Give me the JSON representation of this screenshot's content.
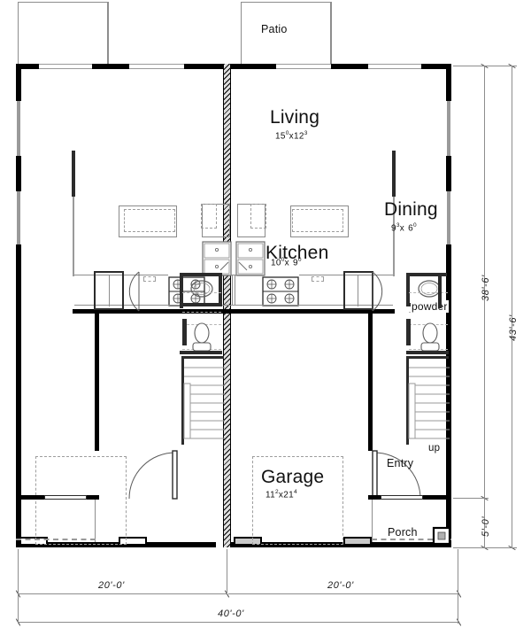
{
  "drawing": {
    "type": "floor-plan",
    "description": "Duplex townhouse main floor plan, two mirrored units"
  },
  "rooms": {
    "right_unit": [
      {
        "name": "Patio",
        "dim": null
      },
      {
        "name": "Living",
        "dim_ft": "15",
        "dim_in1": "0",
        "dim_ft2": "12",
        "dim_in2": "3",
        "dim": "15' 0\" x 12' 3\""
      },
      {
        "name": "Dining",
        "dim_ft": "9",
        "dim_in1": "3",
        "dim_ft2": "6",
        "dim_in2": "0",
        "dim": "9' 3\" x 6' 0\""
      },
      {
        "name": "Kitchen",
        "dim_ft": "10",
        "dim_in1": "0",
        "dim_ft2": "9",
        "dim_in2": "0",
        "dim": "10' 0\" x 9' 0\""
      },
      {
        "name": "Garage",
        "dim_ft": "11",
        "dim_in1": "2",
        "dim_ft2": "21",
        "dim_in2": "4",
        "dim": "11' 2\" x 21' 4\""
      },
      {
        "name": "powder",
        "dim": null
      },
      {
        "name": "Entry",
        "dim": null
      },
      {
        "name": "Porch",
        "dim": null
      }
    ],
    "labels": {
      "patio": "Patio",
      "living": "Living",
      "living_ft1": "15",
      "living_in1": "0",
      "living_ft2": "12",
      "living_in2": "3",
      "dining": "Dining",
      "dining_ft1": "9",
      "dining_in1": "3",
      "dining_ft2": "6",
      "dining_in2": "0",
      "kitchen": "Kitchen",
      "kitchen_ft1": "10",
      "kitchen_in1": "0",
      "kitchen_ft2": "9",
      "kitchen_in2": "0",
      "garage": "Garage",
      "garage_ft1": "11",
      "garage_in1": "2",
      "garage_ft2": "21",
      "garage_in2": "4",
      "powder": "powder",
      "entry": "Entry",
      "porch": "Porch",
      "up": "up",
      "x": "x"
    }
  },
  "dimensions": {
    "bottom": [
      {
        "value": "20'-0'",
        "span": "left-unit-width"
      },
      {
        "value": "20'-0'",
        "span": "right-unit-width"
      },
      {
        "value": "40'-0'",
        "span": "overall-width"
      }
    ],
    "right": [
      {
        "value": "38'-6'",
        "span": "house-depth"
      },
      {
        "value": "43'-6'",
        "span": "overall-depth"
      },
      {
        "value": "5'-0'",
        "span": "porch-depth"
      }
    ]
  },
  "colors": {
    "wall": "#000000",
    "wall_light": "#9a9a9a",
    "dimension_line": "#8d8d8d",
    "background": "#ffffff",
    "fixture_outline": "#6f6f6f"
  }
}
